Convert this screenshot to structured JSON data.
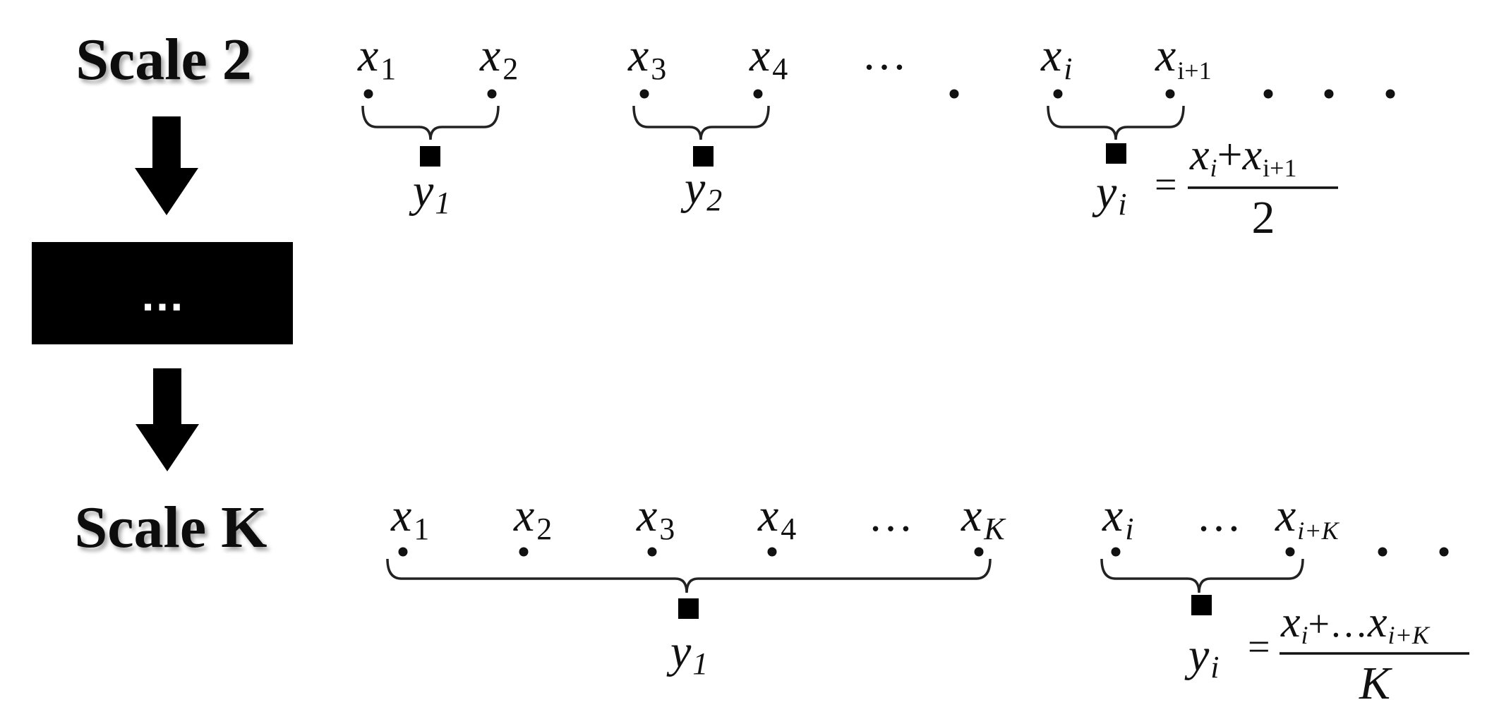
{
  "scale2": {
    "label": "Scale 2",
    "ellipsis": "…",
    "dot": "·",
    "x1": {
      "base": "x",
      "sub": "1"
    },
    "x2": {
      "base": "x",
      "sub": "2"
    },
    "x3": {
      "base": "x",
      "sub": "3"
    },
    "x4": {
      "base": "x",
      "sub": "4"
    },
    "xi": {
      "base": "x",
      "sub": "i"
    },
    "xi1": {
      "base": "x",
      "sub": "i+1"
    },
    "y1": {
      "base": "y",
      "sub": "1"
    },
    "y2": {
      "base": "y",
      "sub": "2"
    },
    "yi": {
      "base": "y",
      "sub": "i"
    },
    "formula": {
      "equals": "=",
      "num_a": "x",
      "num_a_sub": "i",
      "plus": "+",
      "num_b": "x",
      "num_b_sub": "i+1",
      "denominator": "2"
    }
  },
  "middle_box": {
    "text": "…",
    "color": "#000000"
  },
  "scaleK": {
    "label": "Scale K",
    "ellipsis": "…",
    "dot": "·",
    "x1": {
      "base": "x",
      "sub": "1"
    },
    "x2": {
      "base": "x",
      "sub": "2"
    },
    "x3": {
      "base": "x",
      "sub": "3"
    },
    "x4": {
      "base": "x",
      "sub": "4"
    },
    "xK": {
      "base": "x",
      "sub": "K"
    },
    "xi": {
      "base": "x",
      "sub": "i"
    },
    "xiK": {
      "base": "x",
      "sub": "i+K"
    },
    "y1": {
      "base": "y",
      "sub": "1"
    },
    "yi": {
      "base": "y",
      "sub": "i"
    },
    "formula": {
      "equals": "=",
      "num_a": "x",
      "num_a_sub": "i",
      "plus_dots": "+…",
      "num_b": "x",
      "num_b_sub": "i+K",
      "denominator": "K"
    }
  },
  "icons": [
    "down-arrow-icon",
    "down-arrow-icon"
  ]
}
